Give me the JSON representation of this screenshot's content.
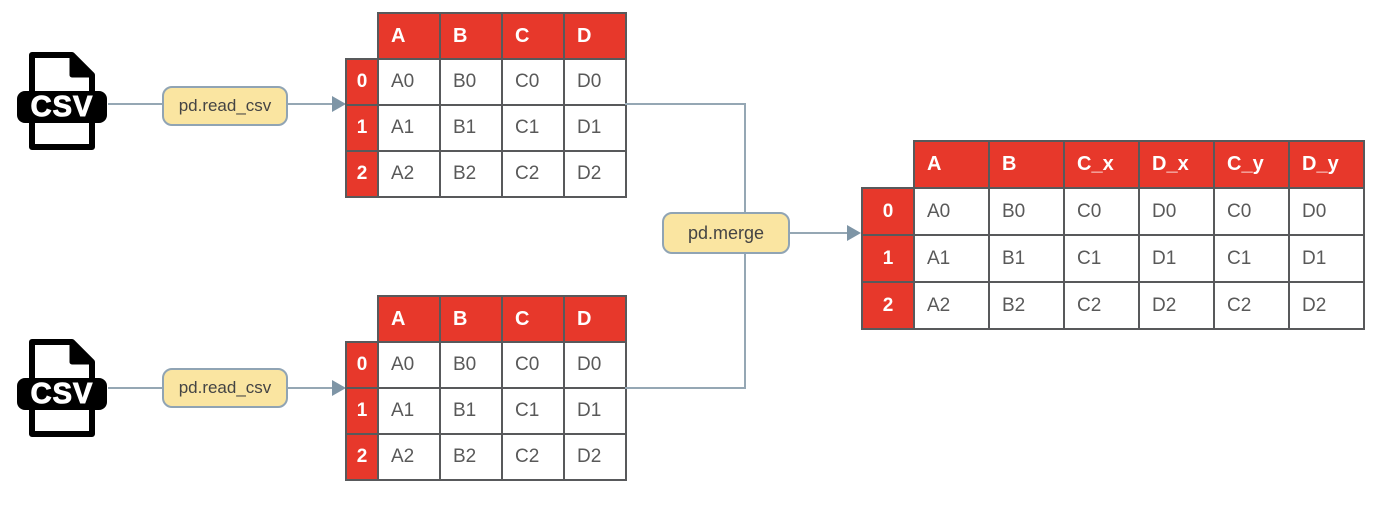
{
  "colors": {
    "header_red": "#E7382B",
    "table_border": "#58595B",
    "cell_text": "#595959",
    "line": "#95A7B4",
    "arrow": "#7E95A6",
    "op_fill": "#FAE5A1",
    "op_border": "#90A4B4",
    "op_text": "#444444"
  },
  "sources": [
    {
      "file_label": "CSV",
      "operation": "pd.read_csv"
    },
    {
      "file_label": "CSV",
      "operation": "pd.read_csv"
    }
  ],
  "merge": {
    "operation": "pd.merge"
  },
  "tables": {
    "df1": {
      "columns": [
        "A",
        "B",
        "C",
        "D"
      ],
      "index": [
        "0",
        "1",
        "2"
      ],
      "rows": [
        [
          "A0",
          "B0",
          "C0",
          "D0"
        ],
        [
          "A1",
          "B1",
          "C1",
          "D1"
        ],
        [
          "A2",
          "B2",
          "C2",
          "D2"
        ]
      ]
    },
    "df2": {
      "columns": [
        "A",
        "B",
        "C",
        "D"
      ],
      "index": [
        "0",
        "1",
        "2"
      ],
      "rows": [
        [
          "A0",
          "B0",
          "C0",
          "D0"
        ],
        [
          "A1",
          "B1",
          "C1",
          "D1"
        ],
        [
          "A2",
          "B2",
          "C2",
          "D2"
        ]
      ]
    },
    "merged": {
      "columns": [
        "A",
        "B",
        "C_x",
        "D_x",
        "C_y",
        "D_y"
      ],
      "index": [
        "0",
        "1",
        "2"
      ],
      "rows": [
        [
          "A0",
          "B0",
          "C0",
          "D0",
          "C0",
          "D0"
        ],
        [
          "A1",
          "B1",
          "C1",
          "D1",
          "C1",
          "D1"
        ],
        [
          "A2",
          "B2",
          "C2",
          "D2",
          "C2",
          "D2"
        ]
      ]
    }
  }
}
